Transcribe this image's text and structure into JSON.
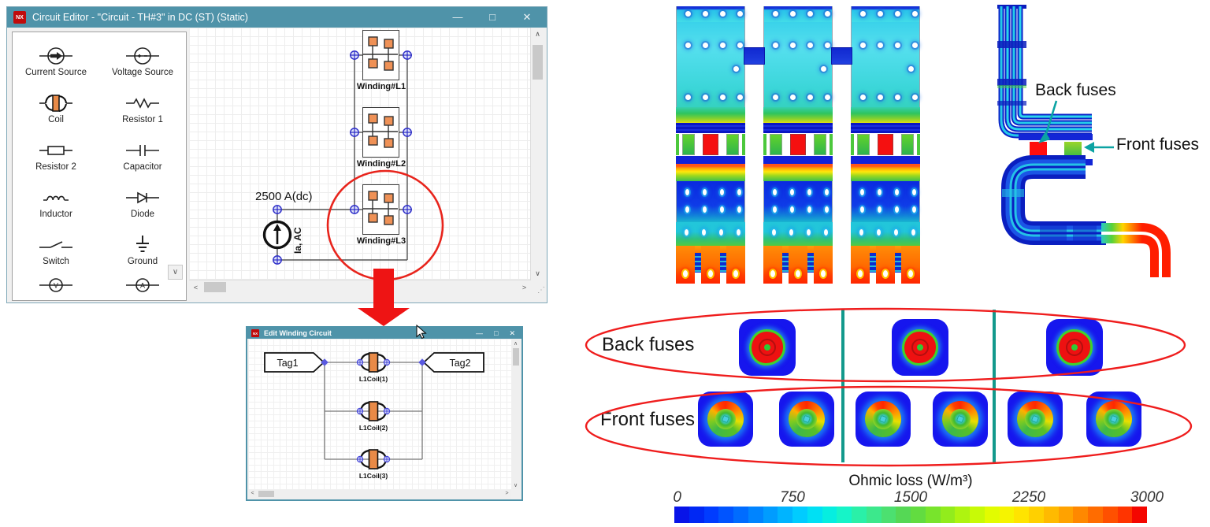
{
  "circuit_editor": {
    "title": "Circuit Editor - \"Circuit - TH#3\" in DC (ST) (Static)",
    "palette": {
      "items": [
        {
          "label": "Current Source",
          "icon": "current-source-icon"
        },
        {
          "label": "Voltage Source",
          "icon": "voltage-source-icon"
        },
        {
          "label": "Coil",
          "icon": "coil-icon"
        },
        {
          "label": "Resistor 1",
          "icon": "resistor1-icon"
        },
        {
          "label": "Resistor 2",
          "icon": "resistor2-icon"
        },
        {
          "label": "Capacitor",
          "icon": "capacitor-icon"
        },
        {
          "label": "Inductor",
          "icon": "inductor-icon"
        },
        {
          "label": "Diode",
          "icon": "diode-icon"
        },
        {
          "label": "Switch",
          "icon": "switch-icon"
        },
        {
          "label": "Ground",
          "icon": "ground-icon"
        }
      ],
      "partial_items": [
        {
          "icon": "voltmeter-icon"
        },
        {
          "icon": "ammeter-icon"
        }
      ]
    },
    "canvas": {
      "windings": [
        "Winding#L1",
        "Winding#L2",
        "Winding#L3"
      ],
      "source_current": "2500 A(dc)",
      "source_name": "Ia, AC"
    }
  },
  "edit_window": {
    "title": "Edit Winding Circuit",
    "tags": [
      "Tag1",
      "Tag2"
    ],
    "coils": [
      "L1Coil(1)",
      "L1Coil(2)",
      "L1Coil(3)"
    ]
  },
  "window_icons": {
    "logo": "NX",
    "minimize": "—",
    "maximize": "□",
    "close": "✕",
    "scroll_up": "∧",
    "scroll_down": "∨",
    "scroll_left": "<",
    "scroll_right": ">",
    "resize_grip": "⋰"
  },
  "annotations": {
    "side_back": "Back fuses",
    "side_front": "Front fuses",
    "row_back": "Back fuses",
    "row_front": "Front fuses"
  },
  "colorbar": {
    "title": "Ohmic loss (W/m³)",
    "min": 0,
    "max": 3000,
    "ticks": [
      "0",
      "750",
      "1500",
      "2250",
      "3000"
    ],
    "gradient_stops": [
      "#0814e8",
      "#0028f4",
      "#003cff",
      "#0054ff",
      "#006cff",
      "#0084ff",
      "#009cff",
      "#00b4ff",
      "#00ccff",
      "#00e0f4",
      "#06eee0",
      "#16f4c8",
      "#2af0a8",
      "#3ce88c",
      "#4ce070",
      "#55d855",
      "#62dc40",
      "#78e42c",
      "#92ec1c",
      "#aef410",
      "#c8fa06",
      "#e2fc00",
      "#f6f400",
      "#ffe400",
      "#ffd000",
      "#ffba00",
      "#ffa200",
      "#ff8800",
      "#ff6c00",
      "#ff5000",
      "#ff3400",
      "#f40600"
    ]
  },
  "colors": {
    "titlebar": "#4f93a9",
    "annotation_red": "#e8241c",
    "teal_arrow": "#0ba3a3",
    "teal_divider": "#12998c",
    "fuse_square_blue": "#1616ee"
  }
}
